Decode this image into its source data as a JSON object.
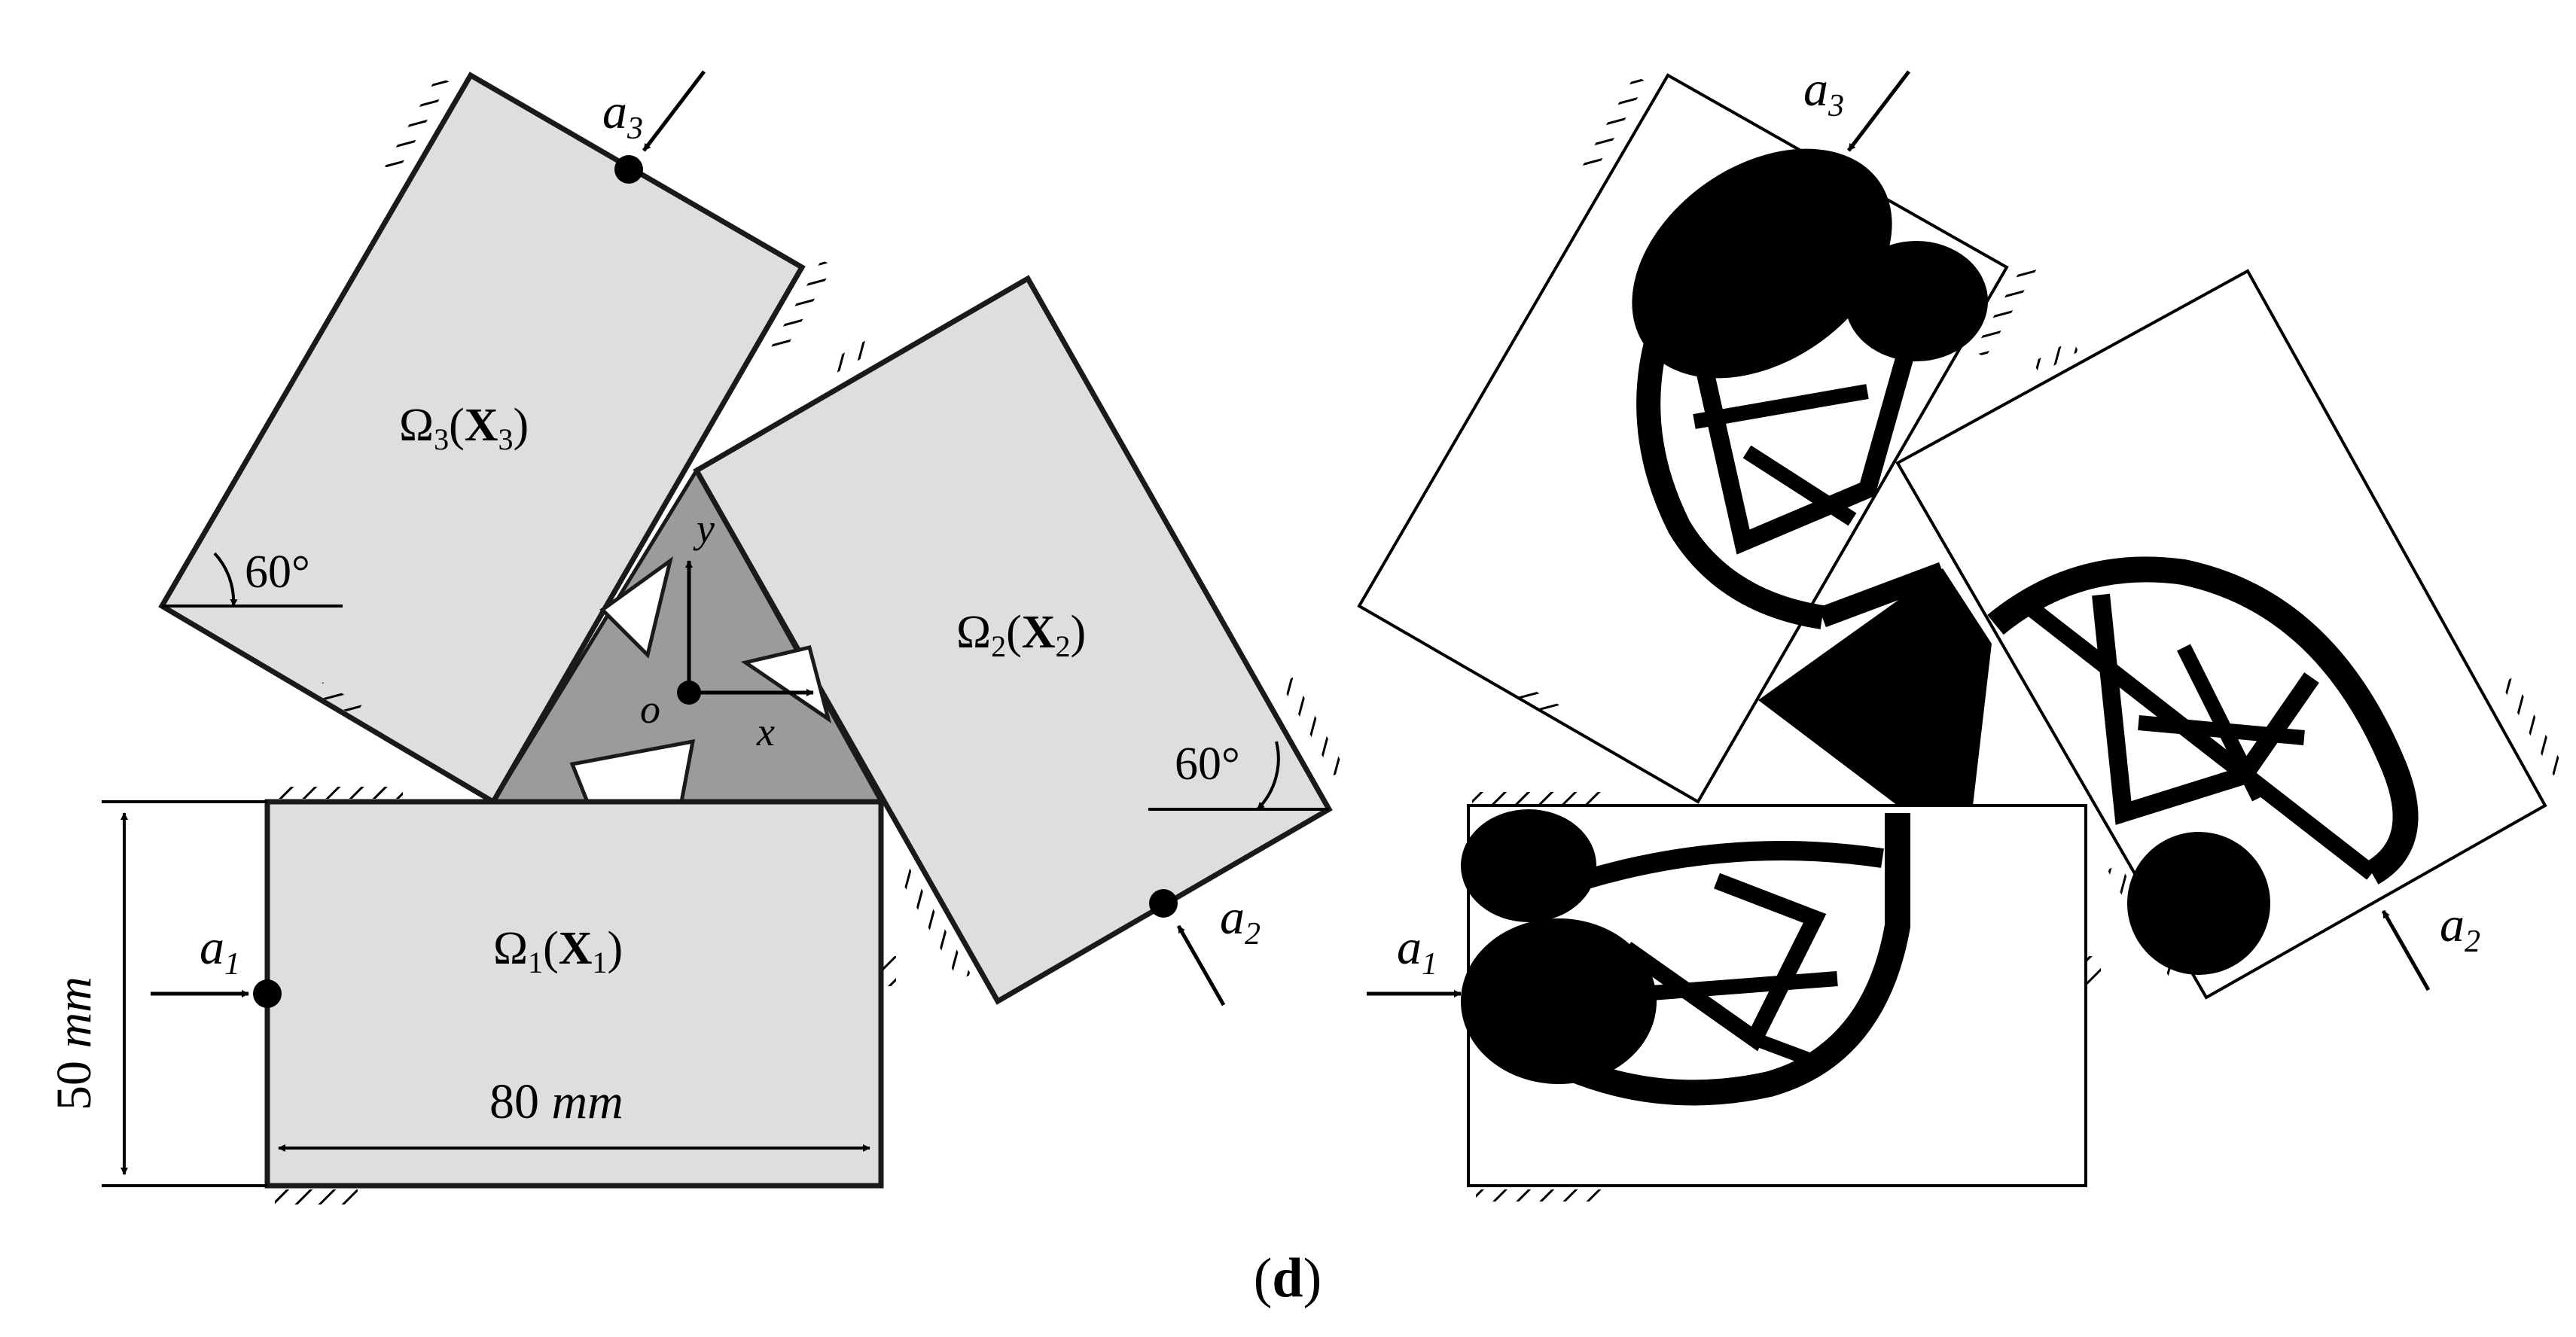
{
  "design_domain": {
    "omega1": "Ω",
    "omega1_sub": "1",
    "omega1_x": "X",
    "omega1_xsub": "1",
    "omega2": "Ω",
    "omega2_sub": "2",
    "omega2_x": "X",
    "omega2_xsub": "2",
    "omega3": "Ω",
    "omega3_sub": "3",
    "omega3_x": "X",
    "omega3_xsub": "3",
    "angle_left": "60°",
    "angle_right": "60°",
    "axis_y": "y",
    "axis_x": "x",
    "axis_o": "o",
    "dim_height_value": "50",
    "dim_height_unit": "mm",
    "dim_width_value": "80",
    "dim_width_unit": "mm"
  },
  "loads": {
    "a1": "a",
    "a1_sub": "1",
    "a2": "a",
    "a2_sub": "2",
    "a3": "a",
    "a3_sub": "3"
  },
  "caption": {
    "open": "(",
    "letter": "d",
    "close": ")"
  }
}
